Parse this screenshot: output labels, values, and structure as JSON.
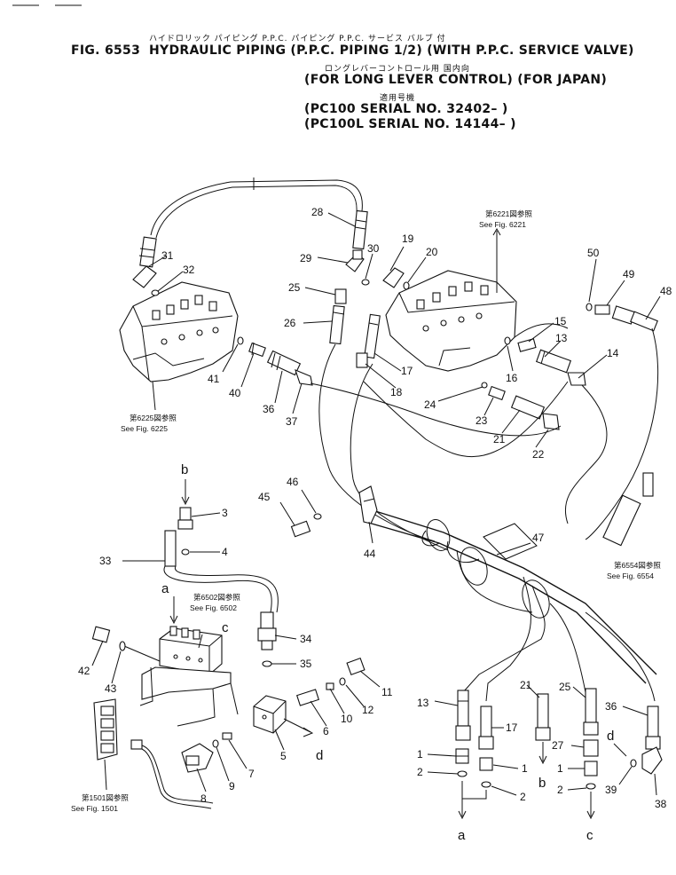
{
  "header": {
    "jp_line1": "ハイドロリック パイピング P.P.C. パイピング P.P.C. サービス バルブ 付",
    "fig_label": "FIG. 6553",
    "title_line1": "HYDRAULIC PIPING (P.P.C. PIPING 1/2) (WITH P.P.C. SERVICE VALVE)",
    "jp_line2": "ロングレバーコントロール用 国内向",
    "title_line2": "(FOR LONG LEVER CONTROL) (FOR JAPAN)",
    "jp_line3": "適用号機",
    "serial_1": "(PC100   SERIAL  NO. 32402– )",
    "serial_2": "(PC100L SERIAL  NO. 14144– )"
  },
  "references": {
    "fig6221_jp": "第6221図参照",
    "fig6221": "See Fig. 6221",
    "fig6225_jp": "第6225図参照",
    "fig6225": "See Fig. 6225",
    "fig6502_jp": "第6502図参照",
    "fig6502": "See Fig. 6502",
    "fig6554_jp": "第6554図参照",
    "fig6554": "See Fig. 6554",
    "fig1501_jp": "第1501図参照",
    "fig1501": "See Fig. 1501"
  },
  "callouts": {
    "c1a": "1",
    "c1b": "1",
    "c1c": "1",
    "c2a": "2",
    "c2b": "2",
    "c2c": "2",
    "c3": "3",
    "c4": "4",
    "c5": "5",
    "c6": "6",
    "c7": "7",
    "c8": "8",
    "c9": "9",
    "c10": "10",
    "c11": "11",
    "c12": "12",
    "c13a": "13",
    "c13b": "13",
    "c14": "14",
    "c15": "15",
    "c16": "16",
    "c17a": "17",
    "c17b": "17",
    "c18": "18",
    "c19": "19",
    "c20": "20",
    "c21a": "21",
    "c21b": "21",
    "c22": "22",
    "c23": "23",
    "c24": "24",
    "c25a": "25",
    "c25b": "25",
    "c26": "26",
    "c27": "27",
    "c28": "28",
    "c29": "29",
    "c30": "30",
    "c31": "31",
    "c32": "32",
    "c33": "33",
    "c34": "34",
    "c35": "35",
    "c36a": "36",
    "c36b": "36",
    "c37": "37",
    "c38": "38",
    "c39": "39",
    "c40": "40",
    "c41": "41",
    "c42": "42",
    "c43": "43",
    "c44": "44",
    "c45": "45",
    "c46": "46",
    "c47": "47",
    "c48": "48",
    "c49": "49",
    "c50": "50"
  },
  "port_letters": {
    "a_top": "a",
    "b_top": "b",
    "c_top": "c",
    "d_top": "d",
    "a_bot": "a",
    "b_bot": "b",
    "c_bot": "c",
    "d_mid": "d"
  }
}
